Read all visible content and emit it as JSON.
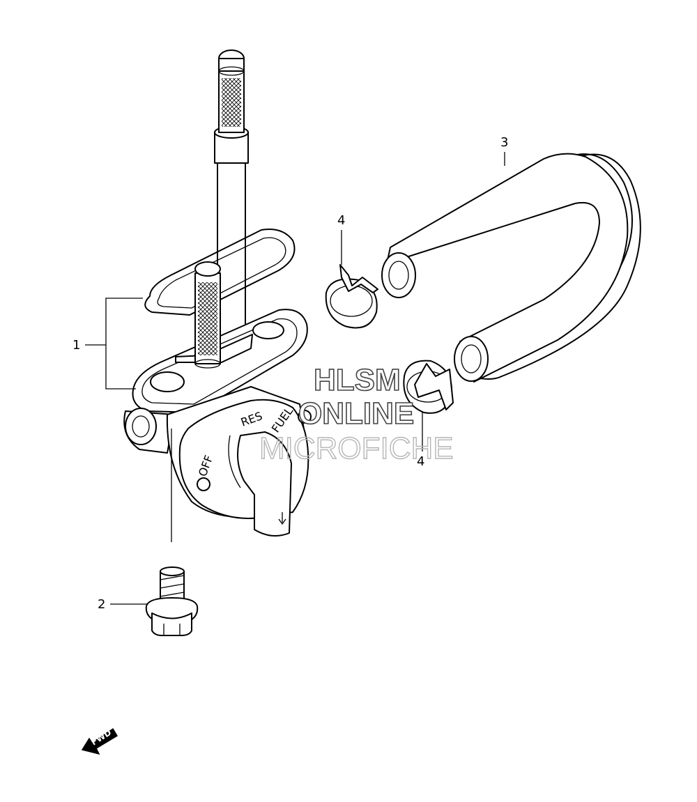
{
  "callouts": {
    "part1": "1",
    "part2": "2",
    "part3": "3",
    "part4_top": "4",
    "part4_bottom": "4"
  },
  "valve_dial": {
    "res": "RES",
    "fuel": "FUEL",
    "off": "OFF"
  },
  "fwd_label": "FWD",
  "watermark": {
    "line1": "HLSM",
    "line2": "ONLINE",
    "line3": "MICROFICHE"
  }
}
